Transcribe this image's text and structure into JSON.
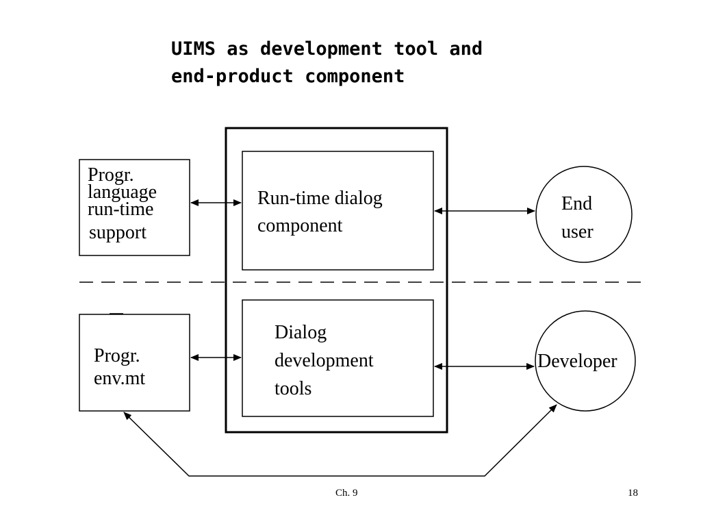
{
  "slide": {
    "title_line1": "UIMS as development tool and",
    "title_line2": "end-product component",
    "footer_left": "Ch. 9",
    "footer_right": "18"
  },
  "diagram": {
    "prog_lang_box": [
      "Progr.",
      "language",
      "run-time",
      "support"
    ],
    "runtime_box": [
      "Run-time dialog",
      "component"
    ],
    "end_user": [
      "End",
      "user"
    ],
    "prog_env_box": [
      "Progr.",
      "env.mt"
    ],
    "dialog_tools_box": [
      "Dialog",
      "development",
      "tools"
    ],
    "developer": "Developer"
  }
}
